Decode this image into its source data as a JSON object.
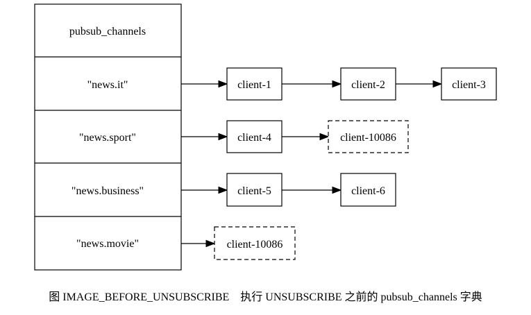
{
  "table": {
    "header": "pubsub_channels",
    "rows": [
      "\"news.it\"",
      "\"news.sport\"",
      "\"news.business\"",
      "\"news.movie\""
    ]
  },
  "clients": {
    "c1": "client-1",
    "c2": "client-2",
    "c3": "client-3",
    "c4": "client-4",
    "c10086a": "client-10086",
    "c5": "client-5",
    "c6": "client-6",
    "c10086b": "client-10086"
  },
  "caption": "图 IMAGE_BEFORE_UNSUBSCRIBE　执行 UNSUBSCRIBE 之前的 pubsub_channels 字典"
}
